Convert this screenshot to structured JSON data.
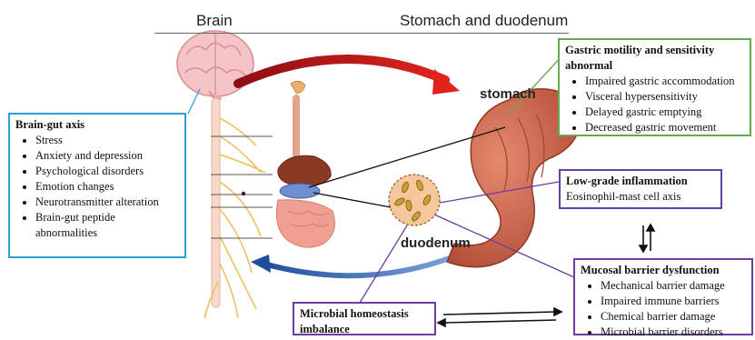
{
  "headers": {
    "brain": "Brain",
    "stomach_duodenum": "Stomach and duodenum"
  },
  "labels": {
    "stomach": "stomach",
    "duodenum": "duodenum"
  },
  "brain_gut_axis": {
    "title": "Brain-gut axis",
    "items": [
      "Stress",
      "Anxiety and depression",
      "Psychological disorders",
      "Emotion changes",
      "Neurotransmitter alteration",
      "Brain-gut peptide abnormalities"
    ]
  },
  "gastric_motility": {
    "title": "Gastric motility and sensitivity abnormal",
    "items": [
      "Impaired gastric accommodation",
      "Visceral hypersensitivity",
      "Delayed gastric emptying",
      "Decreased gastric movement"
    ]
  },
  "low_grade_inflammation": {
    "title": "Low-grade inflammation",
    "text": "Eosinophil-mast cell axis"
  },
  "mucosal_barrier": {
    "title": "Mucosal barrier dysfunction",
    "items": [
      "Mechanical barrier damage",
      "Impaired immune barriers",
      "Chemical barrier damage",
      "Microbial barrier disorders"
    ]
  },
  "microbial": {
    "title": "Microbial homeostasis imbalance"
  },
  "colors": {
    "blue_box": "#2f9fd6",
    "green_box": "#6aa84f",
    "purple_box": "#6b3fa0",
    "red_arrow": "#c0141b",
    "blue_arrow": "#3b67b3"
  }
}
